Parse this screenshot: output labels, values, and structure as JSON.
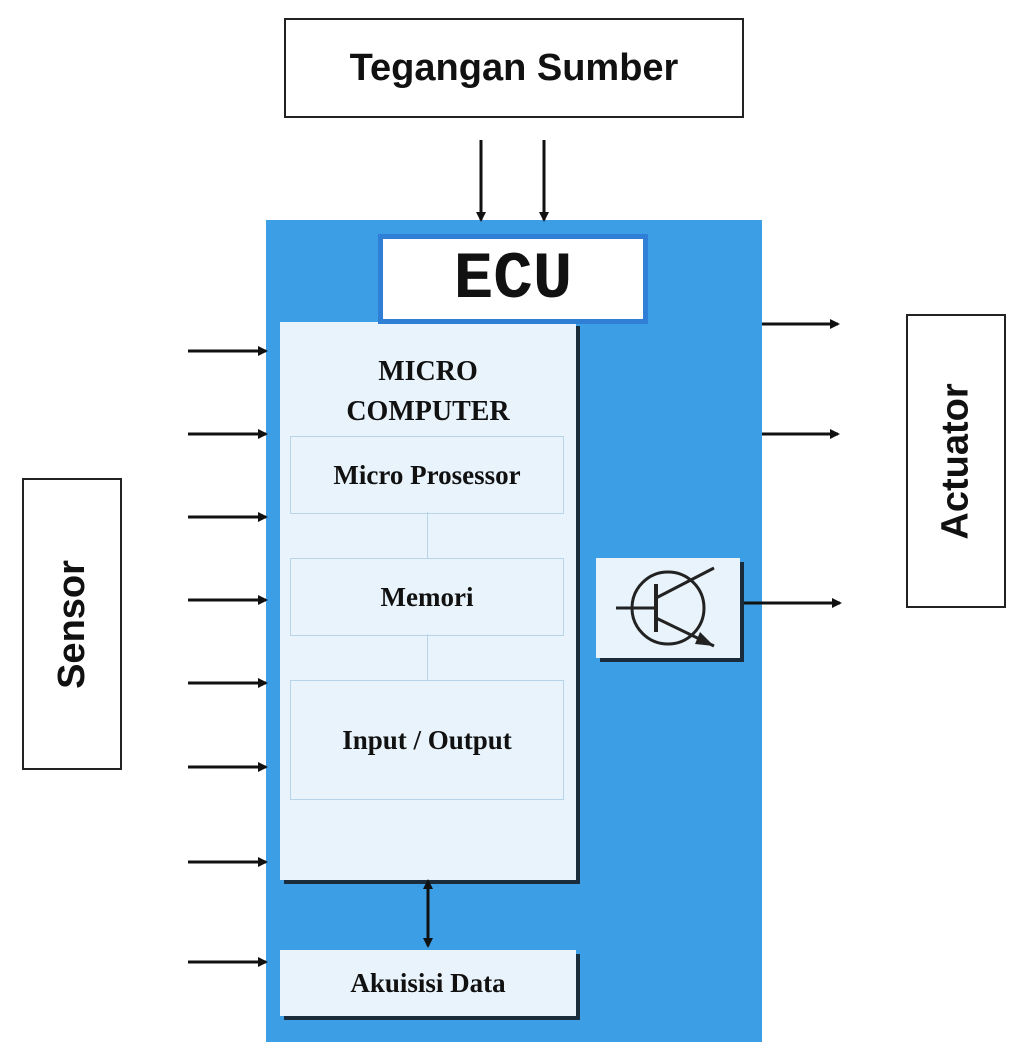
{
  "source": {
    "label": "Tegangan Sumber"
  },
  "ecu": {
    "title": "ECU",
    "micro_computer": {
      "title_line1": "MICRO",
      "title_line2": "COMPUTER",
      "micro_processor": "Micro Prosessor",
      "memory": "Memori",
      "io": "Input / Output"
    },
    "data_acquisition": "Akuisisi Data",
    "driver_icon": "transistor-icon"
  },
  "sensor": {
    "label": "Sensor"
  },
  "actuator": {
    "label": "Actuator"
  },
  "colors": {
    "ecu_panel": "#3c9fe6",
    "ecu_title_border": "#2f7fd6",
    "inner_box": "#e8f3fb"
  }
}
